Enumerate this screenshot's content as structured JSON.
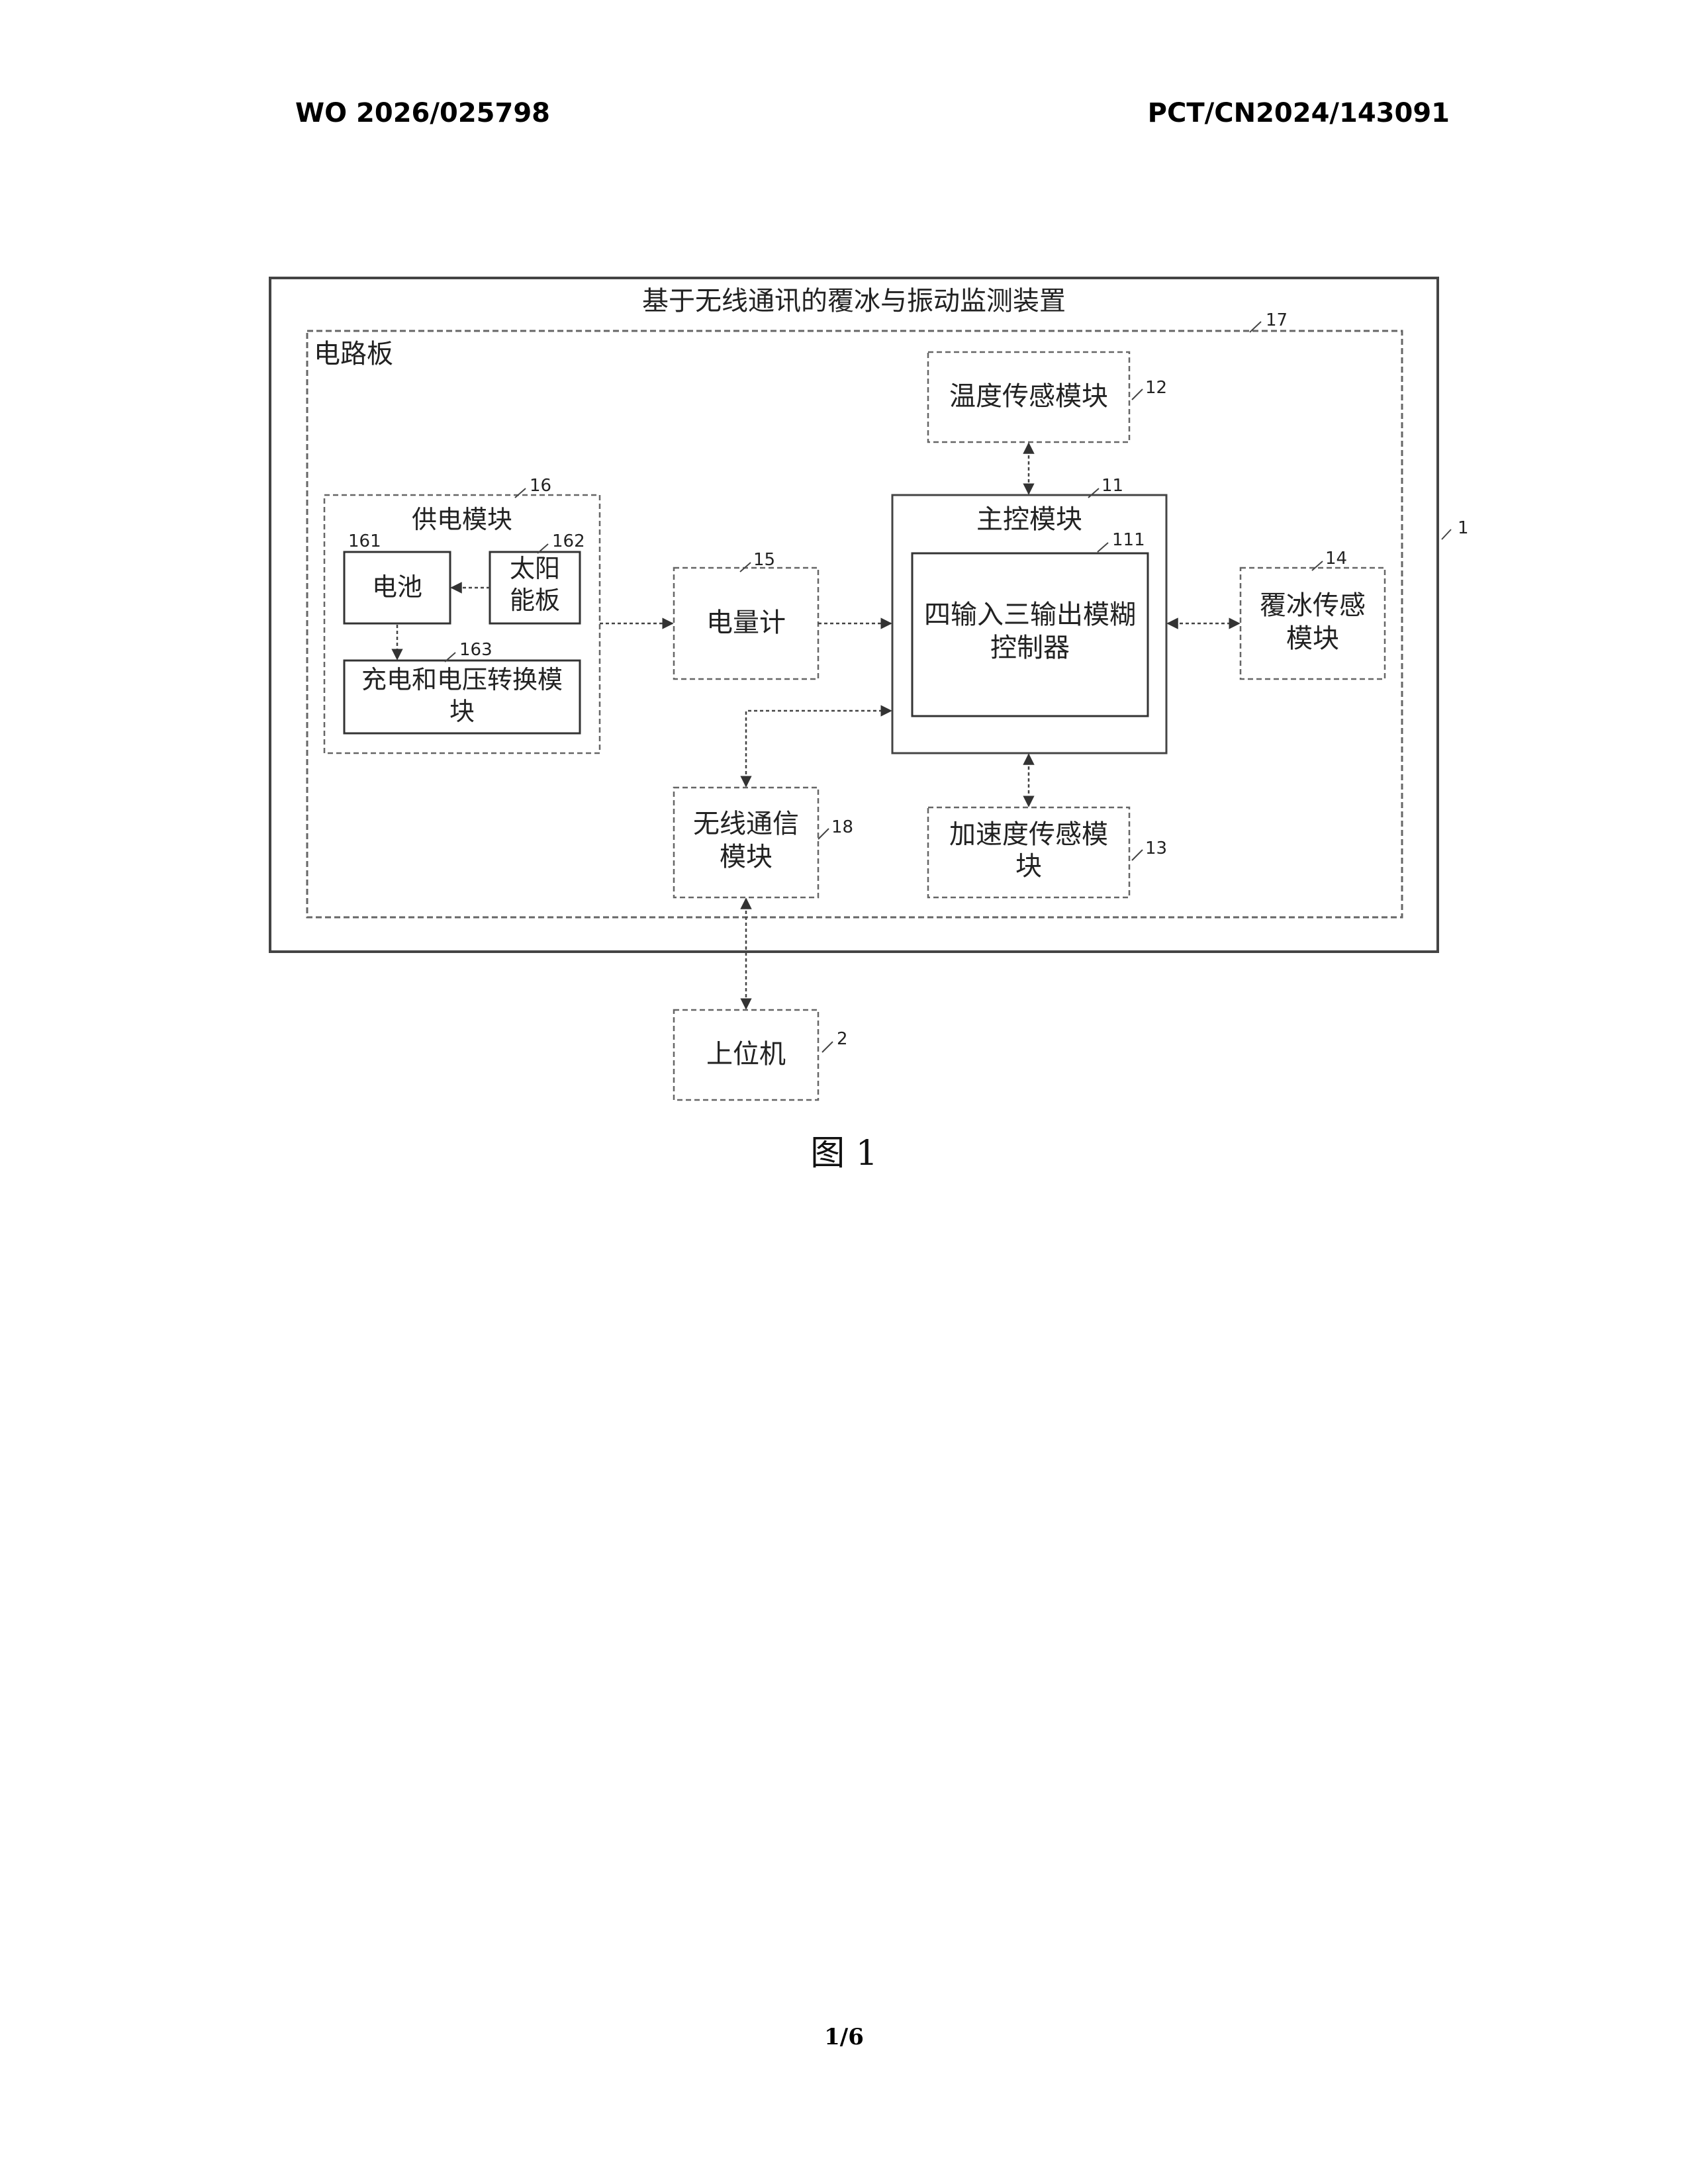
{
  "header": {
    "publication_number": "WO 2026/025798",
    "application_number": "PCT/CN2024/143091"
  },
  "diagram": {
    "title": "基于无线通讯的覆冰与振动监测装置",
    "circuit_board_label": "电路板",
    "power_module": {
      "label": "供电模块",
      "ref": "16"
    },
    "battery": {
      "label": "电池",
      "ref": "161"
    },
    "solar_panel": {
      "line1": "太阳",
      "line2": "能板",
      "ref": "162"
    },
    "charge_converter": {
      "line1": "充电和电压转换模",
      "line2": "块",
      "ref": "163"
    },
    "power_meter": {
      "label": "电量计",
      "ref": "15"
    },
    "main_control": {
      "label": "主控模块",
      "ref": "11"
    },
    "fuzzy_controller": {
      "line1": "四输入三输出模糊",
      "line2": "控制器",
      "ref": "111"
    },
    "temperature_sensor": {
      "label": "温度传感模块",
      "ref": "12"
    },
    "icing_sensor": {
      "line1": "覆冰传感",
      "line2": "模块",
      "ref": "14"
    },
    "acceleration_sensor": {
      "line1": "加速度传感模",
      "line2": "块",
      "ref": "13"
    },
    "wireless_module": {
      "line1": "无线通信",
      "line2": "模块",
      "ref": "18"
    },
    "host_computer": {
      "label": "上位机",
      "ref": "2"
    },
    "device_ref": "1",
    "board_ref": "17"
  },
  "figure_caption": "图 1",
  "page_number": "1/6"
}
